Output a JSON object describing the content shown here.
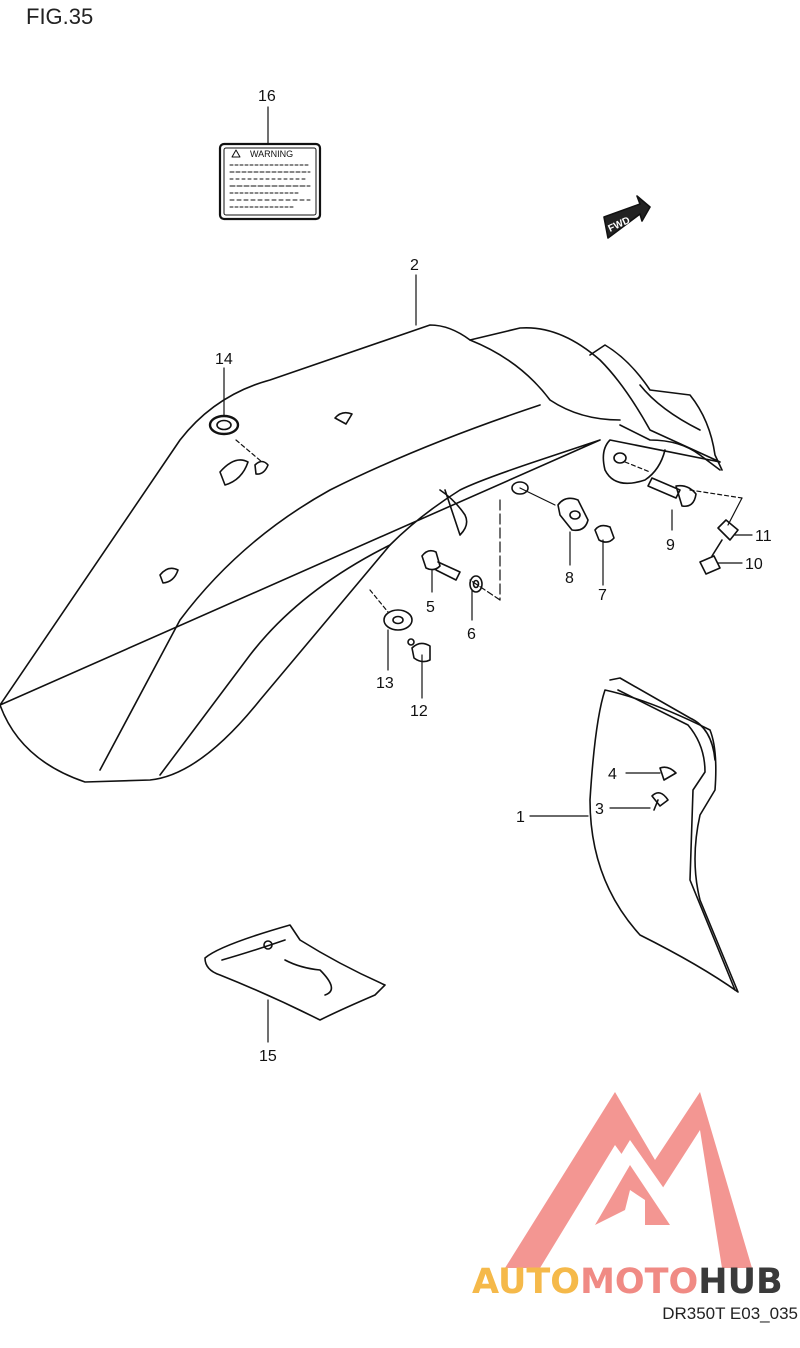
{
  "figure": {
    "title": "FIG.35",
    "code": "DR350T E03_035"
  },
  "label": {
    "heading": "WARNING"
  },
  "fwd_tag": "FWD",
  "callouts": [
    {
      "id": "callout-1",
      "text": "1"
    },
    {
      "id": "callout-2",
      "text": "2"
    },
    {
      "id": "callout-3",
      "text": "3"
    },
    {
      "id": "callout-4",
      "text": "4"
    },
    {
      "id": "callout-5",
      "text": "5"
    },
    {
      "id": "callout-6",
      "text": "6"
    },
    {
      "id": "callout-7",
      "text": "7"
    },
    {
      "id": "callout-8",
      "text": "8"
    },
    {
      "id": "callout-9",
      "text": "9"
    },
    {
      "id": "callout-10",
      "text": "10"
    },
    {
      "id": "callout-11",
      "text": "11"
    },
    {
      "id": "callout-12",
      "text": "12"
    },
    {
      "id": "callout-13",
      "text": "13"
    },
    {
      "id": "callout-14",
      "text": "14"
    },
    {
      "id": "callout-15",
      "text": "15"
    },
    {
      "id": "callout-16",
      "text": "16"
    }
  ],
  "watermark": {
    "part1": "AUTO",
    "part2": "MOTO",
    "part3": "HUB",
    "colors": {
      "auto": "#f5b94a",
      "moto": "#f08a84",
      "hub": "#3a3a3a",
      "logo": "#f28b86"
    }
  }
}
